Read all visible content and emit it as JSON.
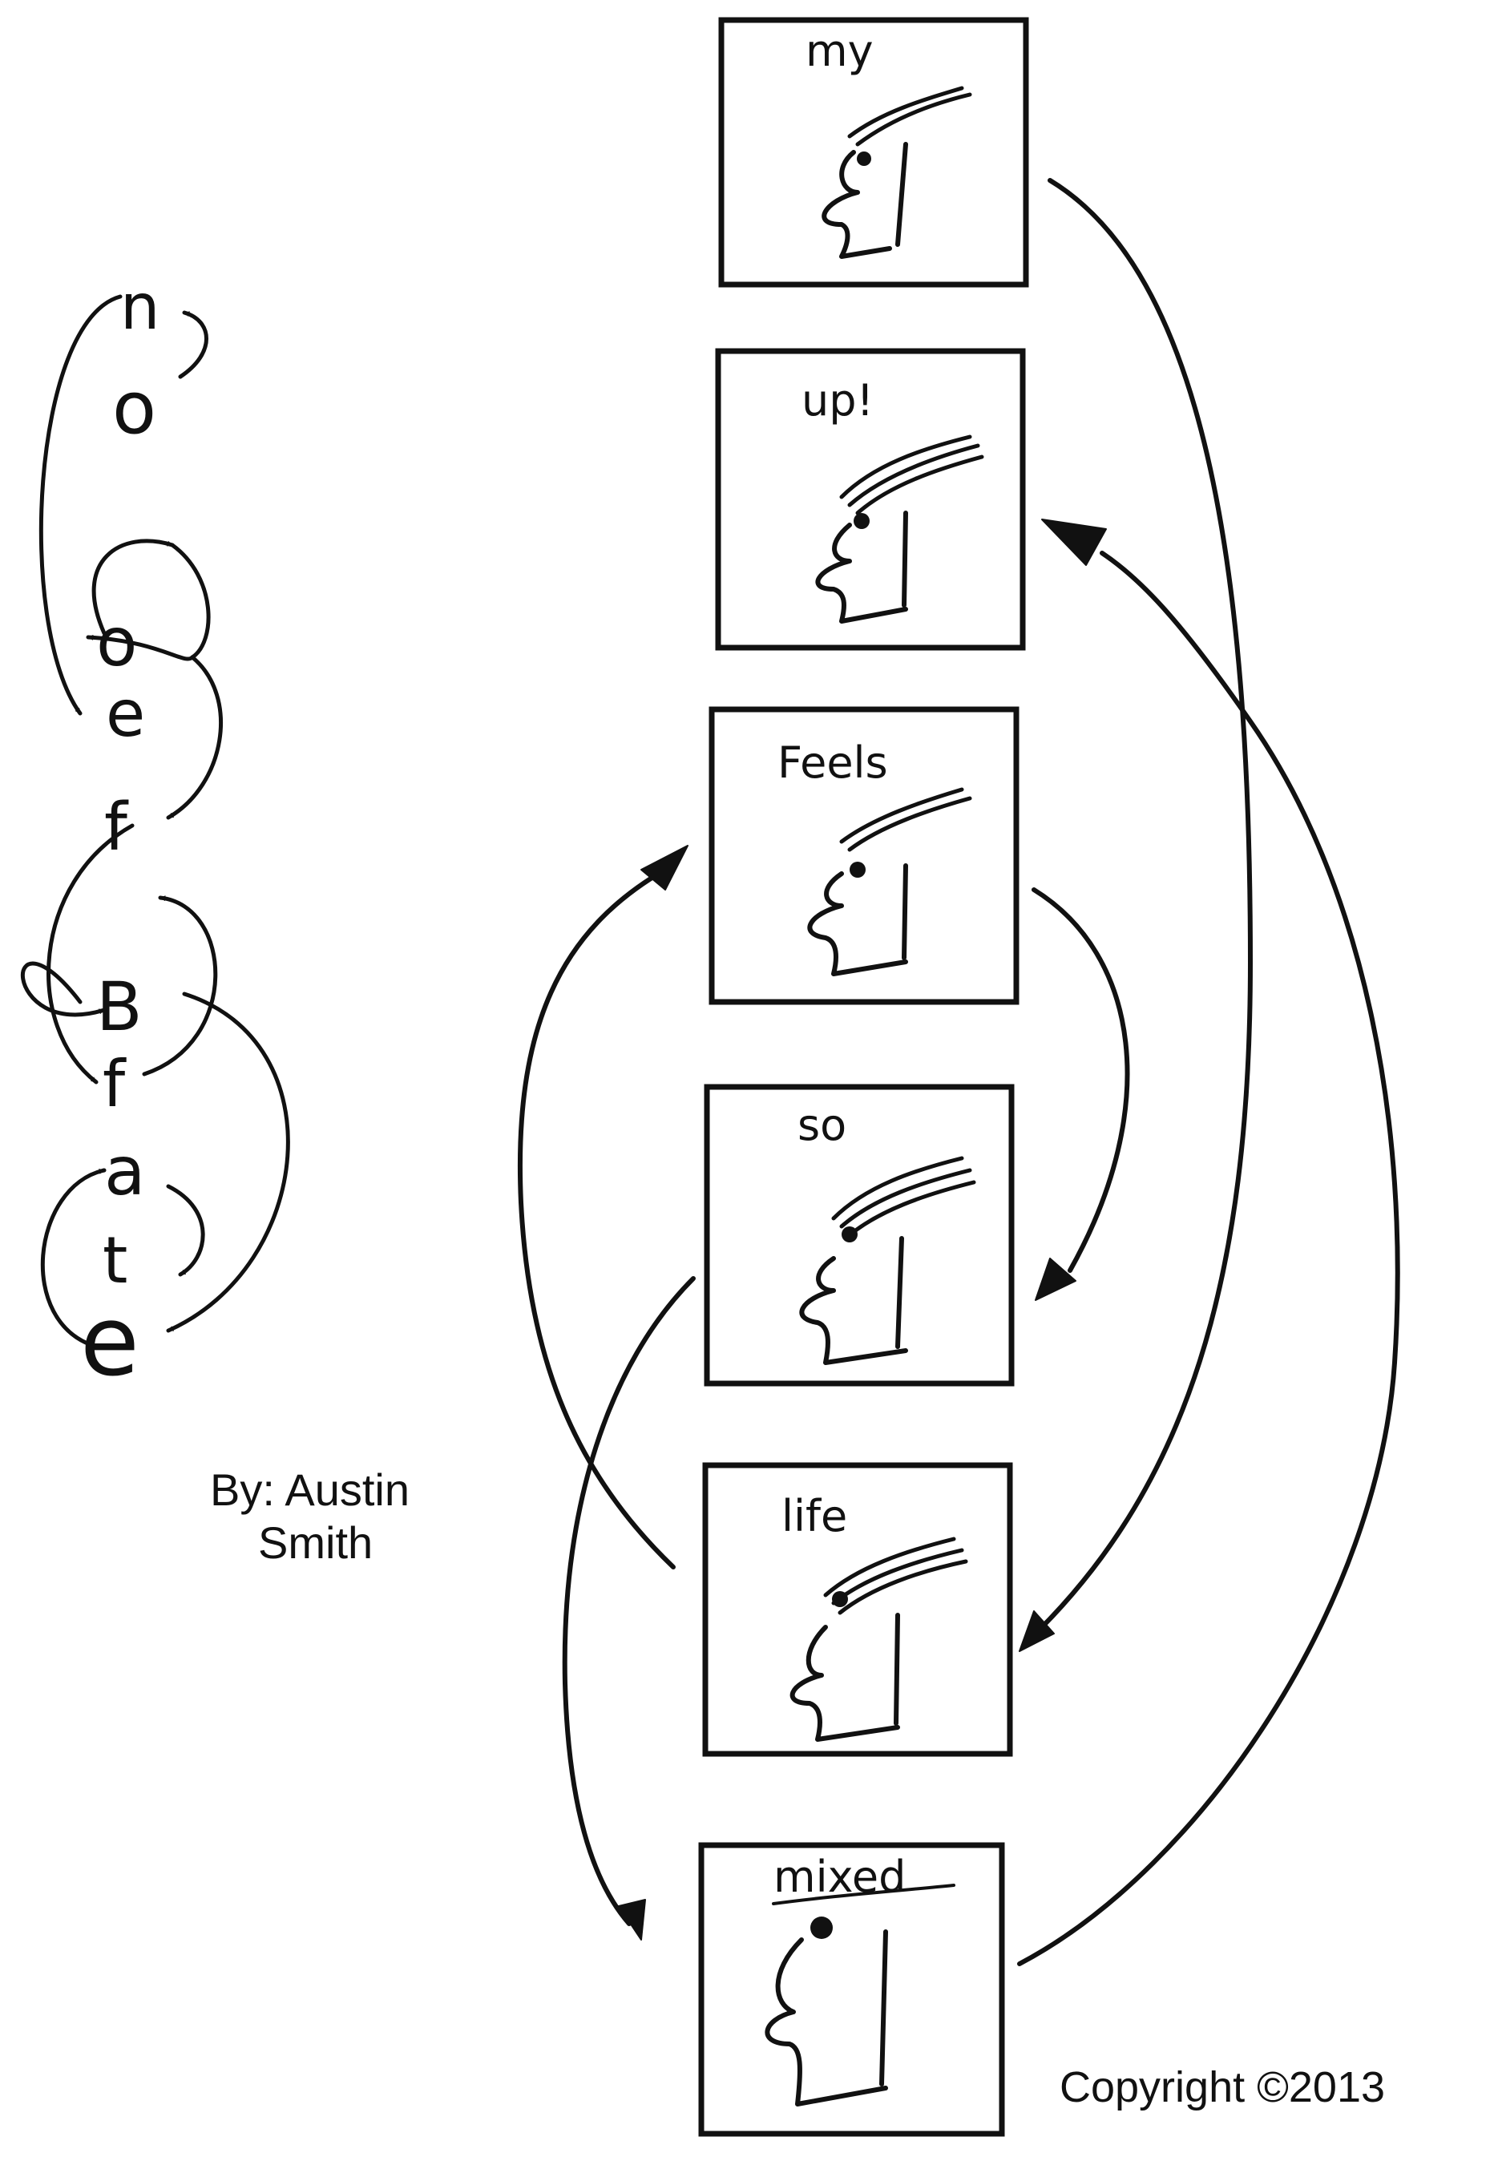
{
  "puzzle": {
    "letters": [
      "n",
      "o",
      "o",
      "e",
      "f",
      "B",
      "f",
      "a",
      "t",
      "e"
    ]
  },
  "credit": {
    "line1": "By: Austin",
    "line2": "Smith"
  },
  "panels": [
    {
      "caption": "my"
    },
    {
      "caption": "up!"
    },
    {
      "caption": "Feels"
    },
    {
      "caption": "so"
    },
    {
      "caption": "life"
    },
    {
      "caption": "mixed"
    }
  ],
  "copyright": "Copyright ©2013",
  "colors": {
    "ink": "#111111",
    "paper": "#ffffff"
  }
}
